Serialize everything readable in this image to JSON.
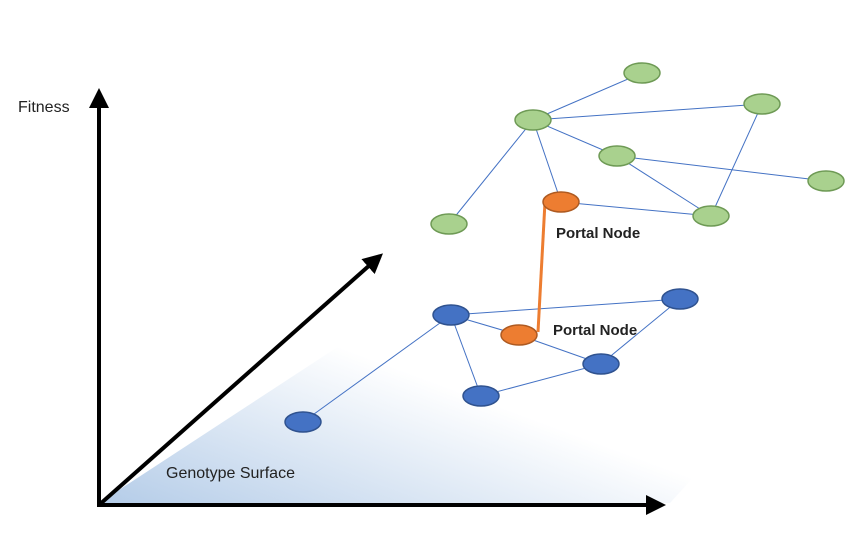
{
  "diagram": {
    "axis_y_label": "Fitness",
    "surface_label": "Genotype Surface",
    "portal_label_top": "Portal Node",
    "portal_label_bottom": "Portal Node"
  },
  "colors": {
    "upper_node_fill": "#a9d18e",
    "upper_node_stroke": "#6e9a55",
    "lower_node_fill": "#4472c4",
    "lower_node_stroke": "#2f528f",
    "portal_node_fill": "#ed7d31",
    "portal_node_stroke": "#ae5a21",
    "edge_color": "#4472c4",
    "portal_link_color": "#ed7d31",
    "axis_color": "#000000",
    "surface_gradient_start": "#b4cce8",
    "surface_gradient_end": "#ffffff"
  }
}
